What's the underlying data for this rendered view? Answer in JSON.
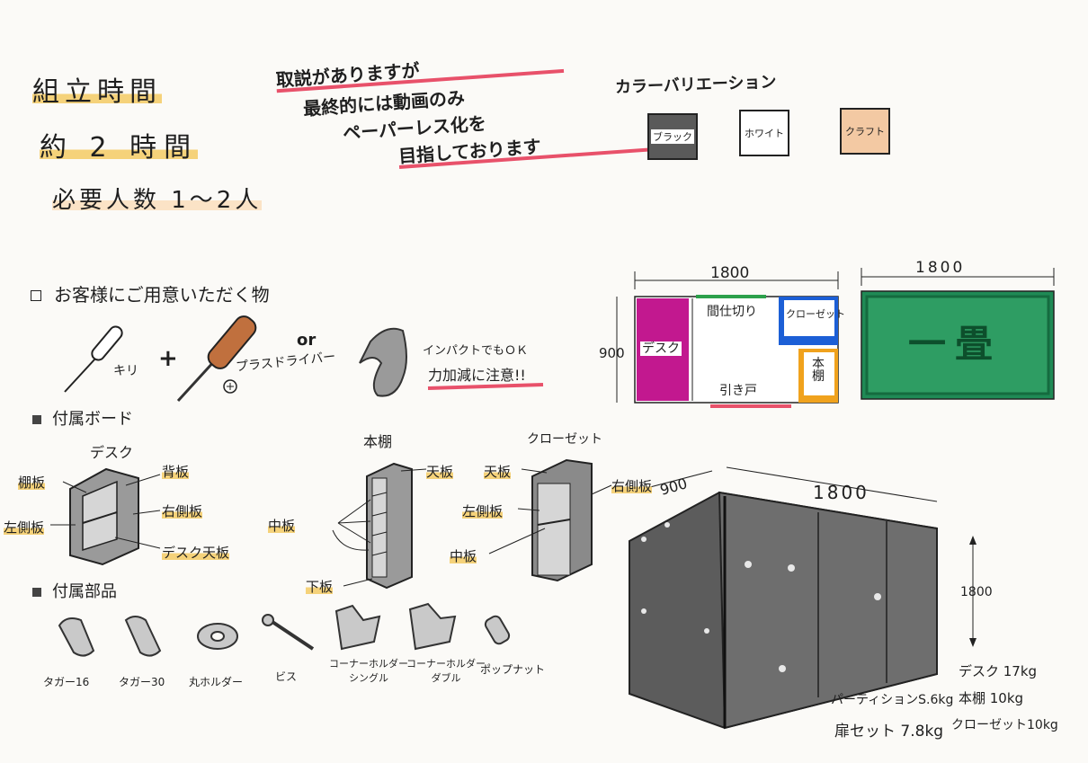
{
  "assembly": {
    "time_title": "組立時間",
    "time_value": "約 2 時間",
    "people": "必要人数 1～2人"
  },
  "notice": {
    "line1": "取説がありますが",
    "line2": "最終的には動画のみ",
    "line3": "ペーパーレス化を",
    "line4": "目指しております"
  },
  "colors": {
    "title": "カラーバリエーション",
    "items": [
      {
        "label": "ブラック",
        "color": "#555555"
      },
      {
        "label": "ホワイト",
        "color": "#ffffff"
      },
      {
        "label": "クラフト",
        "color": "#f3c9a3"
      }
    ]
  },
  "tools": {
    "title": "お客様にご用意いただく物",
    "awl": "キリ",
    "plus": "+",
    "screwdriver": "プラスドライバー",
    "or": "or",
    "impact_note1": "インパクトでもＯＫ",
    "impact_note2": "力加減に注意!!"
  },
  "boards": {
    "title": "付属ボード",
    "desk": {
      "name": "デスク",
      "shelf": "棚板",
      "back": "背板",
      "left": "左側板",
      "right": "右側板",
      "top": "デスク天板"
    },
    "bookshelf": {
      "name": "本棚",
      "top": "天板",
      "middle": "中板",
      "bottom": "下板"
    },
    "closet": {
      "name": "クローゼット",
      "top": "天板",
      "right": "右側板",
      "left": "左側板",
      "middle": "中板"
    }
  },
  "parts": {
    "title": "付属部品",
    "items": [
      "タガー16",
      "タガー30",
      "丸ホルダー",
      "ビス",
      "コーナーホルダー シングル",
      "コーナーホルダー ダブル",
      "ポップナット"
    ]
  },
  "plan": {
    "width": "1800",
    "depth": "900",
    "desk": "デスク",
    "partition": "間仕切り",
    "closet": "クローゼット",
    "bookshelf": "本棚",
    "sliding_door": "引き戸"
  },
  "tatami": {
    "width": "1800",
    "label": "一畳"
  },
  "dims3d": {
    "depth": "900",
    "width": "1800",
    "height": "1800"
  },
  "weights": {
    "partition": "パーティションS.6kg",
    "door_set": "扉セット 7.8kg",
    "desk": "デスク 17kg",
    "bookshelf": "本棚 10kg",
    "closet": "クローゼット10kg"
  }
}
